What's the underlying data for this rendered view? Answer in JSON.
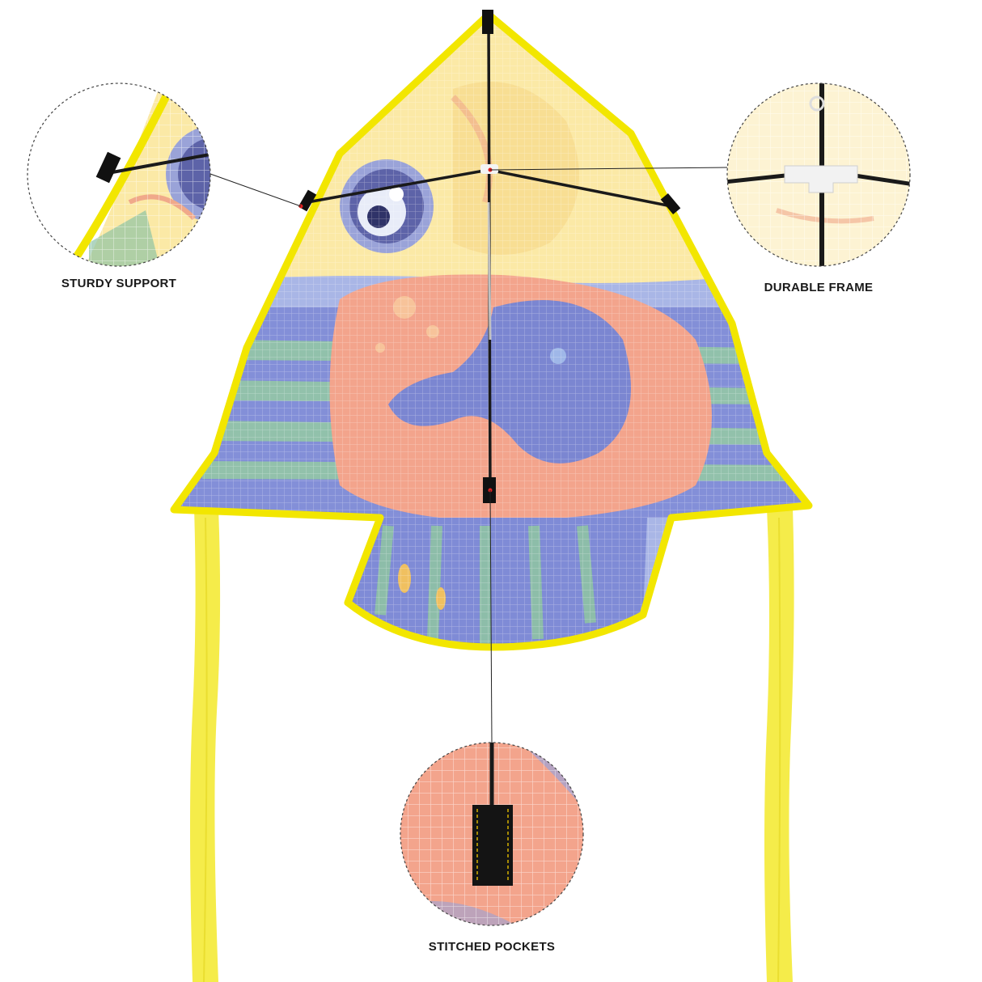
{
  "callouts": {
    "support": "STURDY SUPPORT",
    "frame": "DURABLE FRAME",
    "pockets": "STITCHED POCKETS"
  },
  "colors": {
    "edge_yellow": "#f2e600",
    "tail_yellow": "#f5ec4a",
    "sail_top": "#fbe9a6",
    "fish_body": "#f3a48c",
    "fin_blue": "#7b86d1",
    "stripe_green": "#8fc3a5",
    "spar_black": "#1a1a1a"
  },
  "icons": [
    "kite-product-photo",
    "magnifier-circle-support",
    "magnifier-circle-frame",
    "magnifier-circle-pocket"
  ]
}
